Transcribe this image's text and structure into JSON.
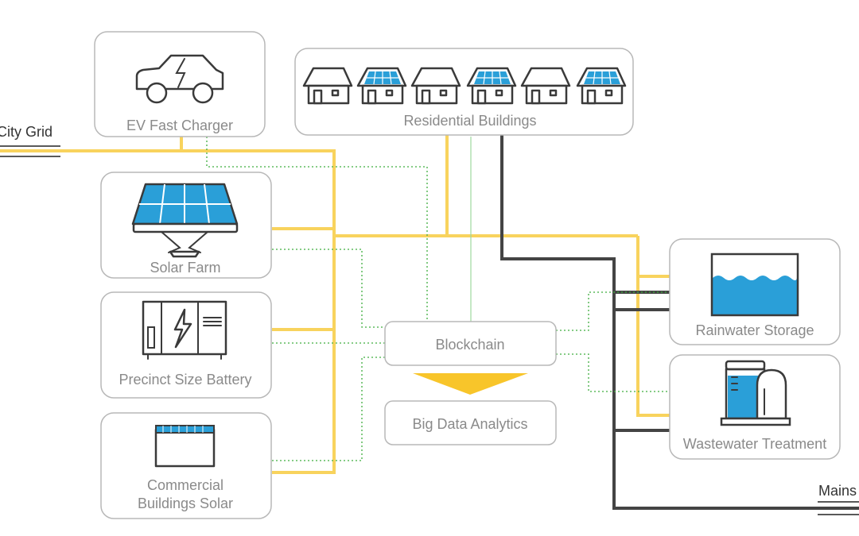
{
  "nodes": {
    "ev_charger": "EV Fast Charger",
    "residential": "Residential Buildings",
    "solar_farm": "Solar Farm",
    "battery": "Precinct Size Battery",
    "commercial_line1": "Commercial",
    "commercial_line2": "Buildings Solar",
    "blockchain": "Blockchain",
    "big_data": "Big Data Analytics",
    "rainwater": "Rainwater Storage",
    "wastewater": "Wastewater Treatment"
  },
  "edges": {
    "city_grid": "City Grid",
    "mains": "Mains"
  },
  "colors": {
    "power": "#f8d35d",
    "water": "#444444",
    "data": "#3fae3f",
    "accent_blue": "#2a9fd8"
  },
  "icons": [
    "car-icon",
    "house-icon",
    "solar-house-icon",
    "solar-panel-icon",
    "battery-icon",
    "building-solar-icon",
    "water-tank-icon",
    "treatment-tank-icon",
    "arrow-down-icon"
  ]
}
